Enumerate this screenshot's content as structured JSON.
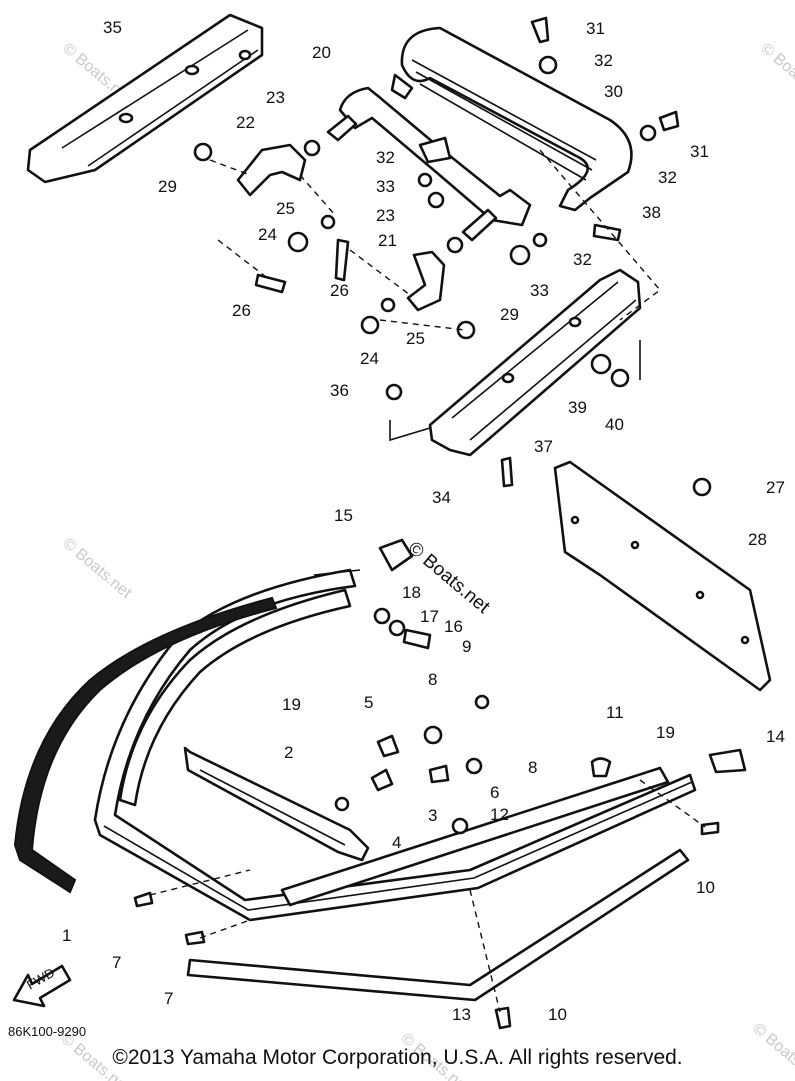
{
  "watermark": "© Boats.net",
  "diagram_code": "86K100-9290",
  "fwd_label": "FWD",
  "copyright": "©2013 Yamaha Motor Corporation, U.S.A. All rights reserved.",
  "callouts": [
    {
      "id": "35",
      "label": "35"
    },
    {
      "id": "31a",
      "label": "31"
    },
    {
      "id": "32a",
      "label": "32"
    },
    {
      "id": "30",
      "label": "30"
    },
    {
      "id": "31b",
      "label": "31"
    },
    {
      "id": "32b",
      "label": "32"
    },
    {
      "id": "20",
      "label": "20"
    },
    {
      "id": "23a",
      "label": "23"
    },
    {
      "id": "22",
      "label": "22"
    },
    {
      "id": "29a",
      "label": "29"
    },
    {
      "id": "32c",
      "label": "32"
    },
    {
      "id": "33a",
      "label": "33"
    },
    {
      "id": "25a",
      "label": "25"
    },
    {
      "id": "24a",
      "label": "24"
    },
    {
      "id": "26a",
      "label": "26"
    },
    {
      "id": "26b",
      "label": "26"
    },
    {
      "id": "23b",
      "label": "23"
    },
    {
      "id": "21",
      "label": "21"
    },
    {
      "id": "38",
      "label": "38"
    },
    {
      "id": "32d",
      "label": "32"
    },
    {
      "id": "33b",
      "label": "33"
    },
    {
      "id": "29b",
      "label": "29"
    },
    {
      "id": "25b",
      "label": "25"
    },
    {
      "id": "24b",
      "label": "24"
    },
    {
      "id": "36",
      "label": "36"
    },
    {
      "id": "39",
      "label": "39"
    },
    {
      "id": "40",
      "label": "40"
    },
    {
      "id": "37",
      "label": "37"
    },
    {
      "id": "34",
      "label": "34"
    },
    {
      "id": "27",
      "label": "27"
    },
    {
      "id": "28",
      "label": "28"
    },
    {
      "id": "15",
      "label": "15"
    },
    {
      "id": "18",
      "label": "18"
    },
    {
      "id": "17",
      "label": "17"
    },
    {
      "id": "16",
      "label": "16"
    },
    {
      "id": "9",
      "label": "9"
    },
    {
      "id": "19a",
      "label": "19"
    },
    {
      "id": "8a",
      "label": "8"
    },
    {
      "id": "5",
      "label": "5"
    },
    {
      "id": "11",
      "label": "11"
    },
    {
      "id": "19b",
      "label": "19"
    },
    {
      "id": "14",
      "label": "14"
    },
    {
      "id": "2",
      "label": "2"
    },
    {
      "id": "8b",
      "label": "8"
    },
    {
      "id": "6",
      "label": "6"
    },
    {
      "id": "3",
      "label": "3"
    },
    {
      "id": "12",
      "label": "12"
    },
    {
      "id": "4",
      "label": "4"
    },
    {
      "id": "10a",
      "label": "10"
    },
    {
      "id": "1",
      "label": "1"
    },
    {
      "id": "7a",
      "label": "7"
    },
    {
      "id": "7b",
      "label": "7"
    },
    {
      "id": "13",
      "label": "13"
    },
    {
      "id": "10b",
      "label": "10"
    }
  ]
}
